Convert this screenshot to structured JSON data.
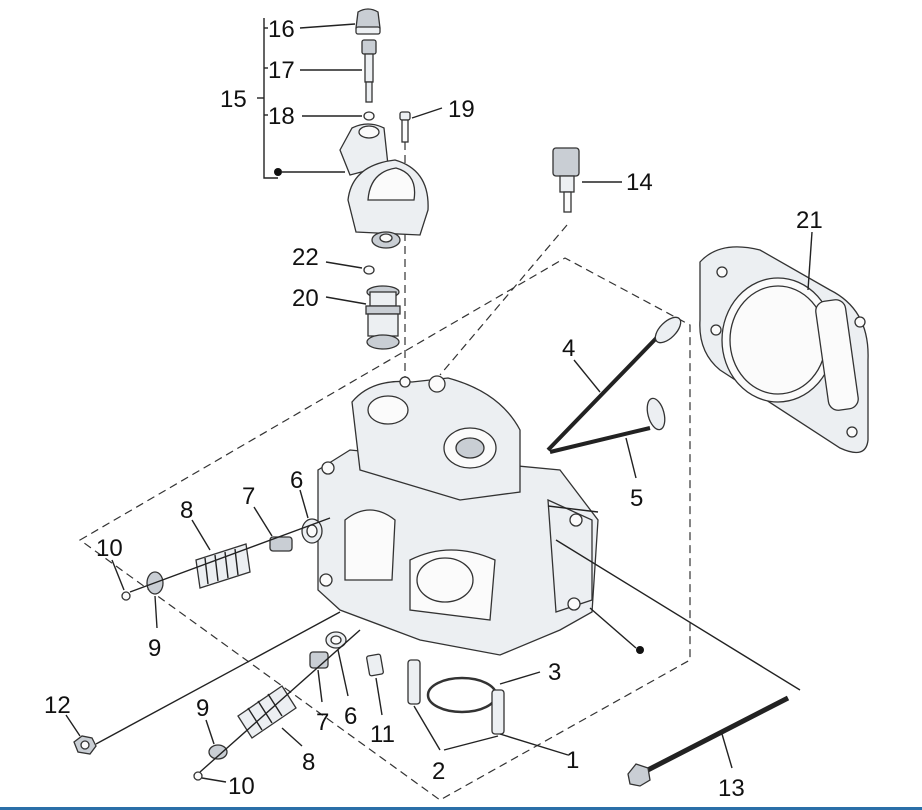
{
  "colors": {
    "background": "#ffffff",
    "ink": "#111111",
    "footer_bar": "#2a6fa8"
  },
  "callouts": {
    "c1": "1",
    "c2": "2",
    "c3": "3",
    "c4": "4",
    "c5": "5",
    "c6a": "6",
    "c6b": "6",
    "c7a": "7",
    "c7b": "7",
    "c8a": "8",
    "c8b": "8",
    "c9a": "9",
    "c9b": "9",
    "c10a": "10",
    "c10b": "10",
    "c11": "11",
    "c12": "12",
    "c13": "13",
    "c14": "14",
    "c15": "15",
    "c16": "16",
    "c17": "17",
    "c18": "18",
    "c19": "19",
    "c20": "20",
    "c21": "21",
    "c22": "22"
  }
}
